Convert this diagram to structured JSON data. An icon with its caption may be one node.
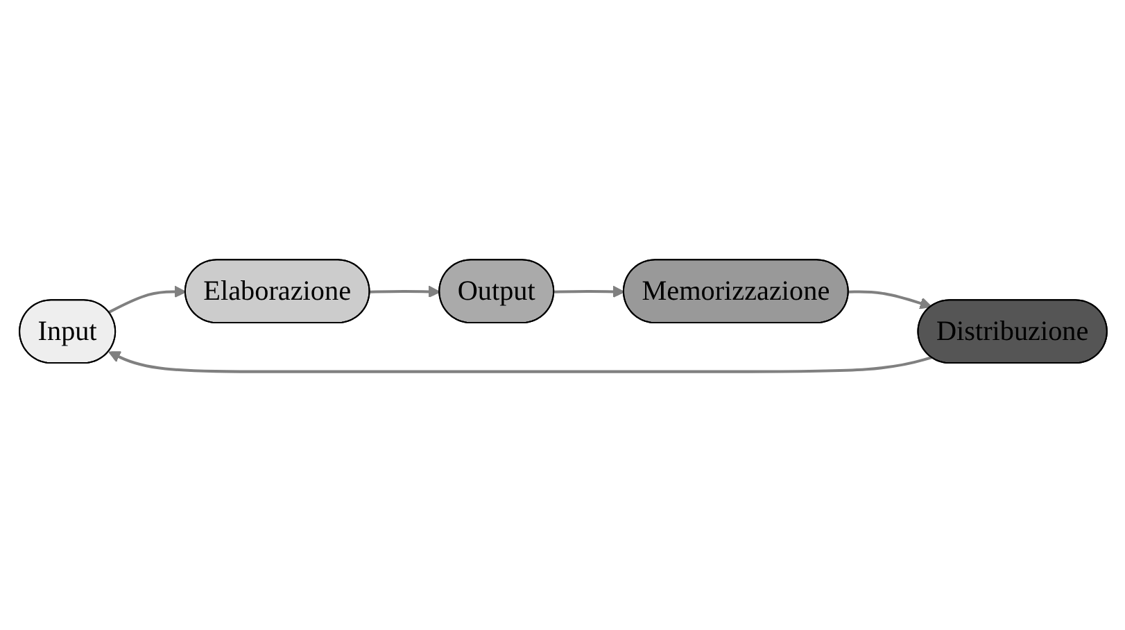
{
  "diagram": {
    "nodes": [
      {
        "text": [
          "Input"
        ]
      },
      {
        "text": [
          "Elaborazione"
        ]
      },
      {
        "text": [
          "Output"
        ]
      },
      {
        "text": [
          "Memorizzazione"
        ]
      },
      {
        "text": [
          "Distribuzione"
        ]
      }
    ],
    "edges": [
      {
        "from": 0,
        "to": 1,
        "arrow": "to"
      },
      {
        "from": 1,
        "to": 2,
        "arrow": "to"
      },
      {
        "from": 2,
        "to": 3,
        "arrow": "to"
      },
      {
        "from": 3,
        "to": 4,
        "arrow": "to"
      },
      {
        "from": 4,
        "to": 0,
        "arrow": "to"
      }
    ]
  }
}
